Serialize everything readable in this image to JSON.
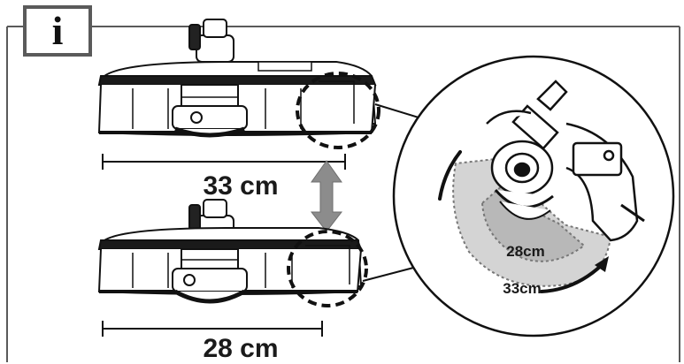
{
  "info_icon": {
    "glyph": "i"
  },
  "top_trimmer": {
    "width_label": "33 cm"
  },
  "bottom_trimmer": {
    "width_label": "28 cm"
  },
  "detail": {
    "inner_label": "28cm",
    "outer_label": "33cm"
  },
  "colors": {
    "frame": "#5a5a5a",
    "ink": "#1a1a1a",
    "arrow": "#8c8c8c",
    "area": "#c9c9c9"
  }
}
